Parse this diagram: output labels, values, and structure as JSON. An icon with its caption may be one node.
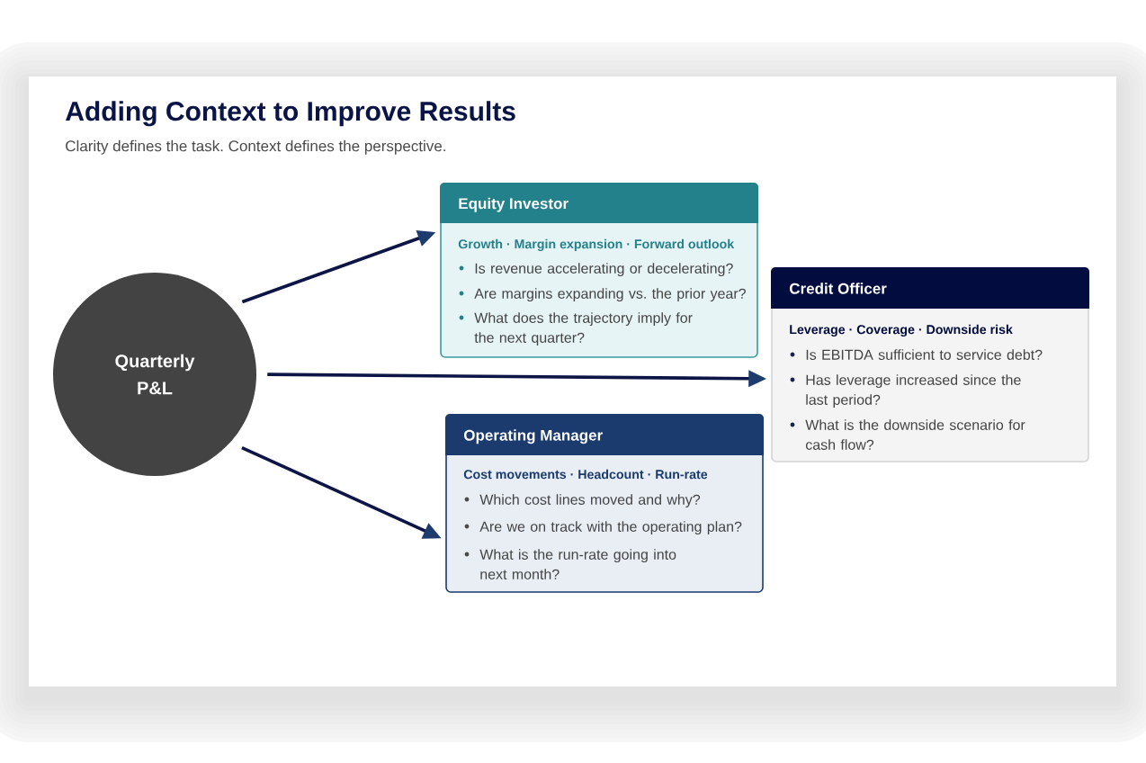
{
  "diagram": {
    "title": "Adding Context to Improve Results",
    "nodes": [
      {
        "text": [
          "Quarterly P&L"
        ]
      },
      {
        "text": [
          "Equity Investor",
          "Growth · Margin expansion · Forward outlook",
          "Is revenue accelerating or decelerating?",
          "Are margins expanding vs. the prior year?",
          "What does the trajectory imply for the next quarter?"
        ]
      },
      {
        "text": [
          "Credit Officer",
          "Leverage · Coverage · Downside risk",
          "Is EBITDA sufficient to service debt?",
          "Has leverage increased since the last period?",
          "What is the downside scenario for cash flow?"
        ]
      },
      {
        "text": [
          "Operating Manager",
          "Cost movements · Headcount · Run-rate",
          "Which cost lines moved and why?",
          "Are we on track with the operating plan?",
          "What is the run-rate going into next month?"
        ]
      }
    ],
    "edges": [
      {
        "from": 0,
        "to": 1,
        "arrow": "to"
      },
      {
        "from": 0,
        "to": 2,
        "arrow": "to"
      },
      {
        "from": 0,
        "to": 3,
        "arrow": "to"
      }
    ],
    "labels": [
      "Clarity defines the task. Context defines the perspective."
    ]
  }
}
